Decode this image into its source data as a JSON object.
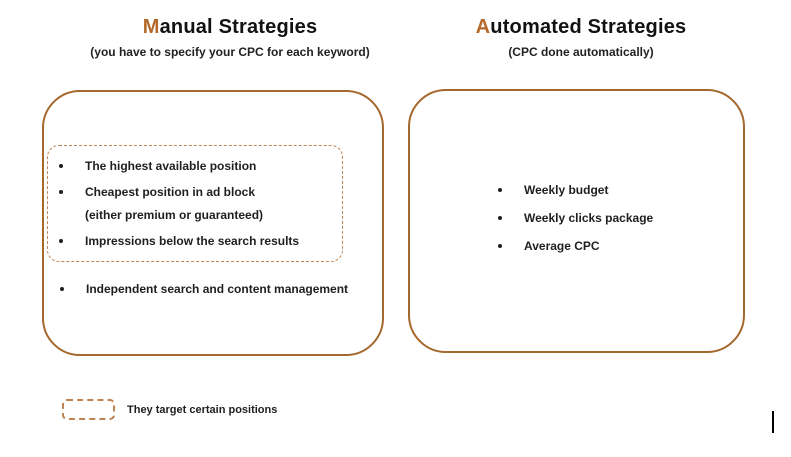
{
  "colors": {
    "accent_letter": "#b5682a",
    "solid_box_border": "#a5682d",
    "dashed_border": "#c08552",
    "text": "#1f1f1f"
  },
  "left": {
    "title_accent": "M",
    "title_rest": "anual Strategies",
    "subtitle": "(you have to specify your CPC for each keyword)",
    "dashed_items": [
      {
        "text": "The highest available position",
        "subtext": ""
      },
      {
        "text": "Cheapest position in ad block",
        "subtext": "(either premium or guaranteed)"
      },
      {
        "text": "Impressions below the search results",
        "subtext": ""
      }
    ],
    "outside_item": "Independent search and content management"
  },
  "right": {
    "title_accent": "A",
    "title_rest": "utomated Strategies",
    "subtitle": "(CPC done automatically)",
    "items": [
      "Weekly budget",
      "Weekly clicks package",
      "Average CPC"
    ]
  },
  "legend": {
    "label": "They target certain positions"
  }
}
